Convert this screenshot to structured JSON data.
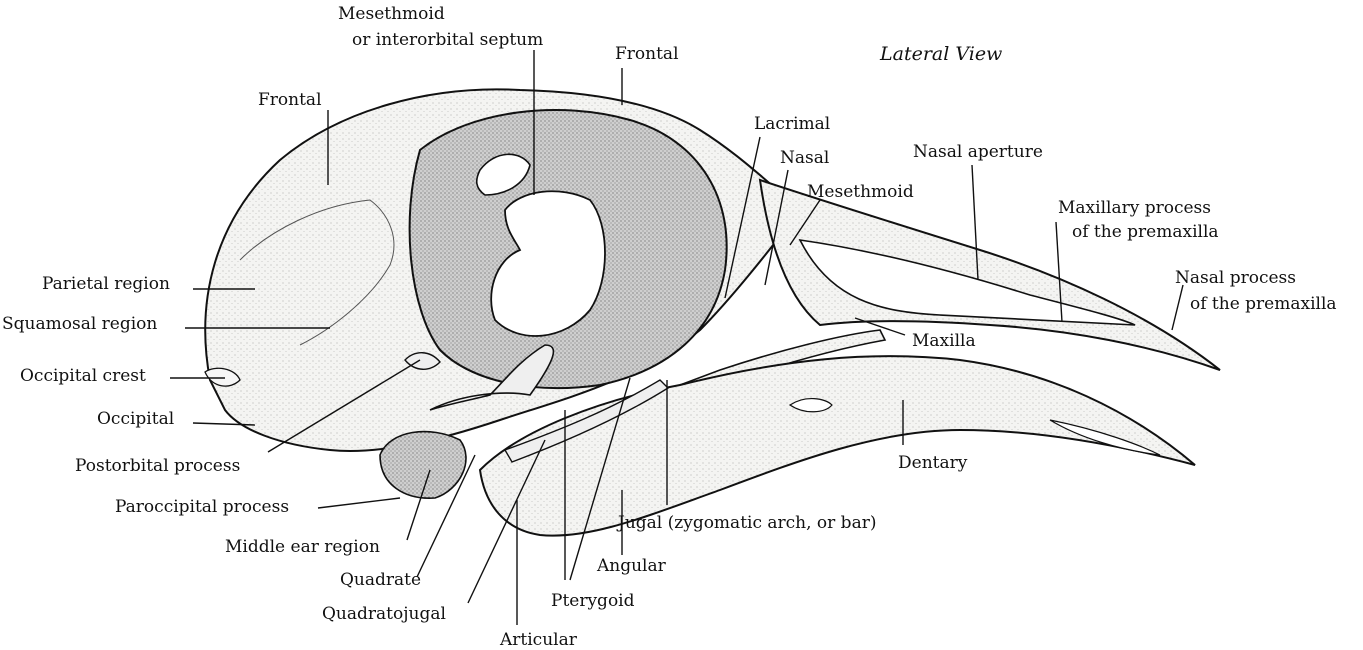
{
  "title": "Lateral View",
  "labels": {
    "mesethmoid_septum_1": "Mesethmoid",
    "mesethmoid_septum_2": "or interorbital septum",
    "frontal_top": "Frontal",
    "frontal_left": "Frontal",
    "lacrimal": "Lacrimal",
    "nasal": "Nasal",
    "mesethmoid": "Mesethmoid",
    "nasal_aperture": "Nasal aperture",
    "maxillary_1": "Maxillary process",
    "maxillary_2": "of the premaxilla",
    "nasal_process_1": "Nasal process",
    "nasal_process_2": "of the premaxilla",
    "maxilla": "Maxilla",
    "parietal": "Parietal region",
    "squamosal": "Squamosal region",
    "occipital_crest": "Occipital crest",
    "occipital": "Occipital",
    "postorbital": "Postorbital process",
    "paroccipital": "Paroccipital process",
    "middle_ear": "Middle ear region",
    "quadrate": "Quadrate",
    "quadratojugal": "Quadratojugal",
    "articular": "Articular",
    "pterygoid": "Pterygoid",
    "angular": "Angular",
    "jugal": "Jugal (zygomatic arch, or bar)",
    "dentary": "Dentary"
  },
  "colors": {
    "ink": "#111111",
    "bone": "#f2f2f0",
    "shade": "#bdbdbd",
    "dark": "#6a6a6a"
  }
}
